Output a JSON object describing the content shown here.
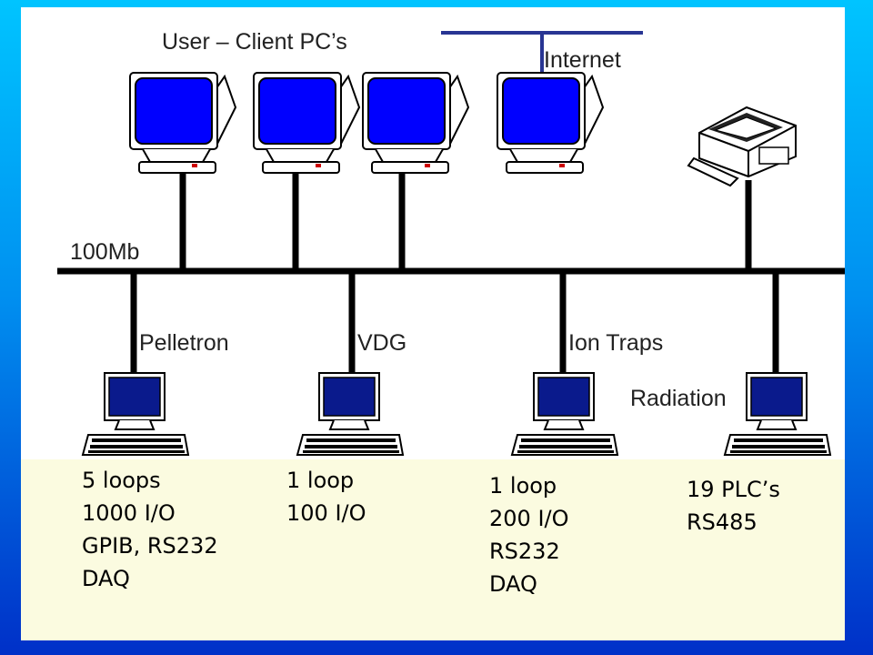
{
  "diagram": {
    "labels": {
      "clients_title": "User – Client PC’s",
      "internet": "Internet",
      "backbone": "100Mb",
      "pelletron": "Pelletron",
      "vdg": "VDG",
      "ion_traps": "Ion Traps",
      "radiation": "Radiation"
    },
    "notes": {
      "pelletron": [
        "5 loops",
        "1000 I/O",
        "GPIB, RS232",
        "DAQ"
      ],
      "vdg": [
        "1 loop",
        "100 I/O"
      ],
      "ion_traps": [
        "1 loop",
        "200 I/O",
        "RS232",
        "DAQ"
      ],
      "radiation": [
        "19 PLC’s",
        "RS485"
      ]
    },
    "colors": {
      "screen_blue": "#0000ff",
      "workstation_screen": "#0a1a8c",
      "cable": "#000000",
      "internet_line": "#283593",
      "notes_bg": "#fbfbe0"
    }
  }
}
